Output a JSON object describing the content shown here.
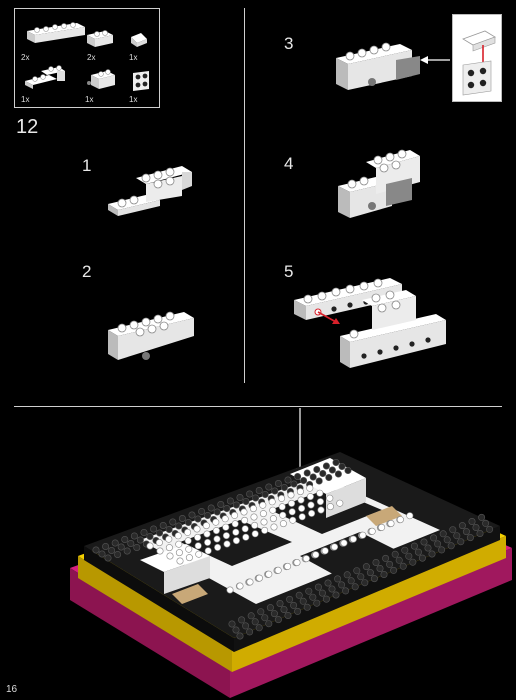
{
  "parts_list": {
    "items": [
      {
        "qty": "2x",
        "name": "brick-1x6"
      },
      {
        "qty": "2x",
        "name": "brick-1x2"
      },
      {
        "qty": "1x",
        "name": "slope-1x2"
      },
      {
        "qty": "1x",
        "name": "bracket-plate"
      },
      {
        "qty": "1x",
        "name": "brick-with-pin"
      },
      {
        "qty": "1x",
        "name": "technic-plate"
      }
    ]
  },
  "step_main": "12",
  "substeps": [
    "1",
    "2",
    "3",
    "4",
    "5"
  ],
  "page_number": "16",
  "colors": {
    "background": "#000000",
    "brick_white": "#f2f2f2",
    "brick_black": "#1a1a1a",
    "brick_yellow": "#f4d000",
    "brick_magenta": "#d6207e",
    "brick_tan": "#c8a878",
    "arrow_red": "#d8202a"
  }
}
